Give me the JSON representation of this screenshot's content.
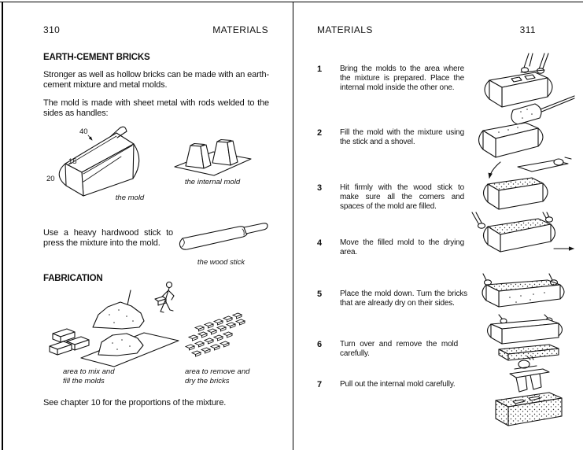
{
  "colors": {
    "ink": "#111111",
    "paper": "#ffffff"
  },
  "left_page": {
    "page_number": "310",
    "running_head": "MATERIALS",
    "section_title": "EARTH-CEMENT BRICKS",
    "intro_para": "Stronger as well as hollow bricks can be made with an earth-cement mixture and metal molds.",
    "mold_para": "The mold is made with sheet metal with rods welded to the sides as handles:",
    "mold": {
      "caption": "the mold",
      "dim_length": "40",
      "dim_width": "15",
      "dim_height": "20"
    },
    "internal_mold_caption": "the internal mold",
    "stick_para": "Use a heavy hardwood stick to press the mixture into the mold.",
    "stick_caption": "the wood stick",
    "fabrication_title": "FABRICATION",
    "area_mix_caption_line1": "area to mix and",
    "area_mix_caption_line2": "fill the molds",
    "area_dry_caption_line1": "area to remove and",
    "area_dry_caption_line2": "dry the bricks",
    "footer_note": "See chapter 10 for the proportions of the mixture."
  },
  "right_page": {
    "running_head": "MATERIALS",
    "page_number": "311",
    "steps": [
      {
        "num": "1",
        "text": "Bring the molds to the area where the mixture is prepared. Place the internal mold inside the other one."
      },
      {
        "num": "2",
        "text": "Fill the mold with the mixture using the stick and a shovel."
      },
      {
        "num": "3",
        "text": "Hit firmly with the wood stick to make sure all the corners and spaces of the mold are filled."
      },
      {
        "num": "4",
        "text": "Move the filled mold to the drying area."
      },
      {
        "num": "5",
        "text": "Place the mold down. Turn the bricks that are already dry on their sides."
      },
      {
        "num": "6",
        "text": "Turn over and remove the mold carefully."
      },
      {
        "num": "7",
        "text": "Pull out the internal mold carefully."
      }
    ]
  }
}
